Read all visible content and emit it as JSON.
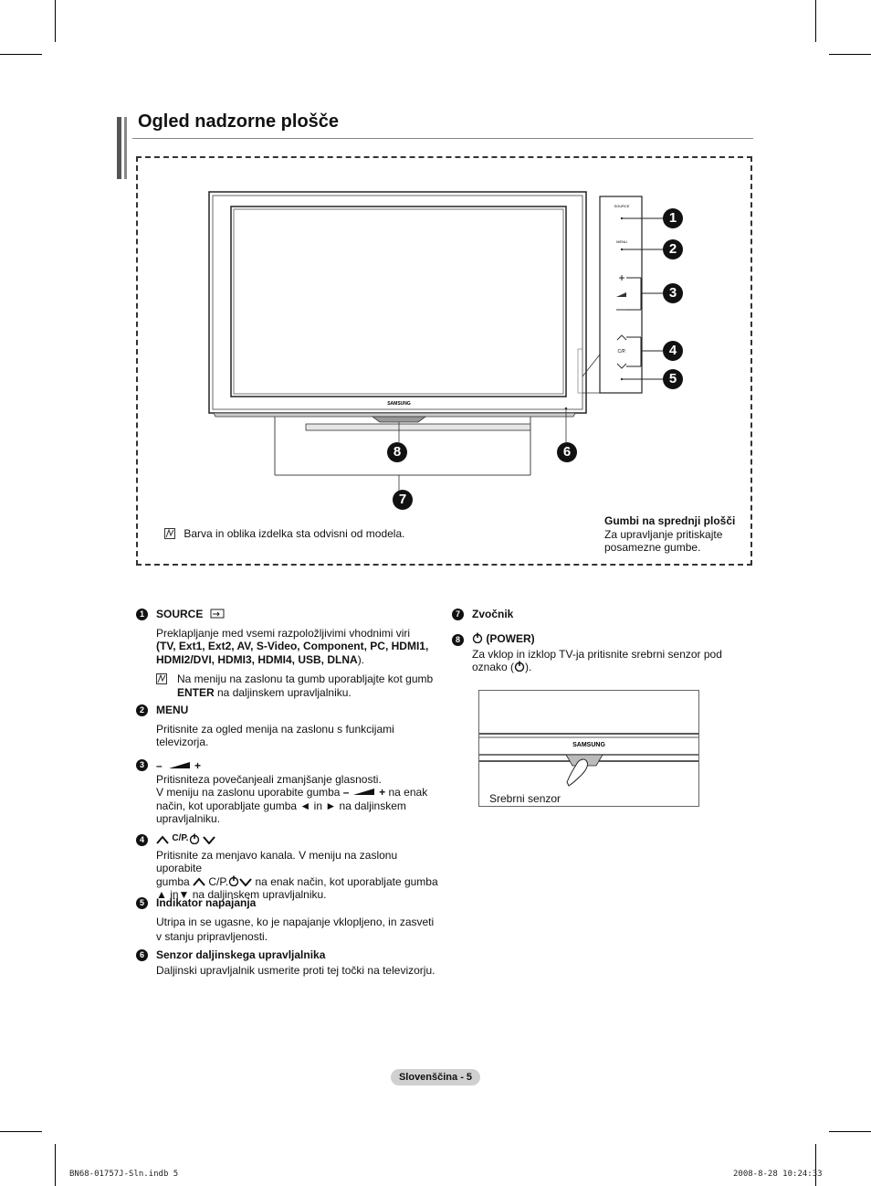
{
  "page": {
    "title": "Ogled nadzorne plošče",
    "footer": "Slovenščina - 5",
    "print_file": "BN68-01757J-Sln.indb   5",
    "print_date": "2008-8-28   10:24:33"
  },
  "figure": {
    "note": "Barva in oblika izdelka sta odvisni od modela.",
    "brand": "SAMSUNG",
    "panel_source_label": "SOURCE",
    "panel_menu_label": "MENU",
    "panel_cp_label": "C/P.",
    "callouts": [
      "1",
      "2",
      "3",
      "4",
      "5",
      "6",
      "7",
      "8"
    ],
    "side_title": "Gumbi na sprednji plošči",
    "side_text1": "Za upravljanje pritiskajte",
    "side_text2": "posamezne gumbe."
  },
  "items": {
    "i1": {
      "num": "1",
      "label": "SOURCE",
      "text": "Preklapljanje med vsemi razpoložljivimi vhodnimi viri",
      "list": "(TV, Ext1, Ext2, AV, S-Video, Component, PC, HDMI1, HDMI2/DVI, HDMI3, HDMI4, USB, DLNA",
      "list_end": ").",
      "note_a": "Na meniju na zaslonu ta gumb uporabljajte kot gumb",
      "note_b": "ENTER",
      "note_c": " na daljinskem upravljalniku."
    },
    "i2": {
      "num": "2",
      "label": "MENU",
      "text": "Pritisnite za ogled menija na zaslonu s funkcijami televizorja."
    },
    "i3": {
      "num": "3",
      "label_minus": "–",
      "label_plus": "+",
      "line1": "Pritisniteza povečanjeali zmanjšanje glasnosti.",
      "line2a": "V meniju na zaslonu uporabite gumba ",
      "line2b": "– ",
      "line2c": " + ",
      "line2d": "na enak način, kot uporabljate gumba ◄ in ► na daljinskem upravljalniku."
    },
    "i4": {
      "num": "4",
      "label": "C/P.",
      "line1": "Pritisnite za menjavo kanala. V meniju na zaslonu uporabite",
      "line2a": "gumba ",
      "line2b": "C/P.",
      "line2c": " na enak način, kot uporabljate gumba",
      "line3": "▲ in▼ na daljinskem upravljalniku."
    },
    "i5": {
      "num": "5",
      "label": "Indikator napajanja",
      "text": "Utripa in se ugasne, ko je napajanje vklopljeno, in zasveti v stanju pripravljenosti."
    },
    "i6": {
      "num": "6",
      "label": "Senzor daljinskega upravljalnika",
      "text": "Daljinski upravljalnik usmerite proti tej točki na televizorju."
    },
    "i7": {
      "num": "7",
      "label": "Zvočnik"
    },
    "i8": {
      "num": "8",
      "label": "(POWER)",
      "text": "Za vklop in izklop TV-ja pritisnite srebrni senzor pod oznako (",
      "text_end": ")."
    }
  },
  "sensor_figure": {
    "brand": "SAMSUNG",
    "caption": "Srebrni senzor"
  }
}
